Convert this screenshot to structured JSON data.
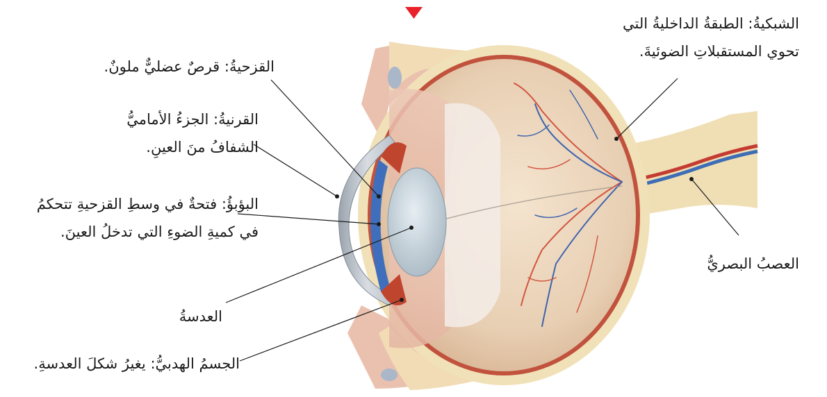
{
  "marker_color": "#e8212b",
  "labels": {
    "iris": "القزحيةُ: قرصٌ عضليٌّ ملونٌ.",
    "cornea_line1": "القرنيةُ: الجزءُ الأماميُّ",
    "cornea_line2": "الشفافُ منَ العينِ.",
    "pupil_line1": "البؤبؤُ: فتحةٌ في وسطِ القزحيةِ تتحكمُ",
    "pupil_line2": "في كميةِ الضوءِ التي تدخلُ العينَ.",
    "lens": "العدسةُ",
    "ciliary": "الجسمُ الهدبيُّ: يغيرُ شكلَ العدسةِ.",
    "retina_line1": "الشبكيةُ: الطبقةُ الداخليةُ التي",
    "retina_line2": "تحوي المستقبلاتِ الضوئيةَ.",
    "optic_nerve": "العصبُ البصريُّ"
  }
}
